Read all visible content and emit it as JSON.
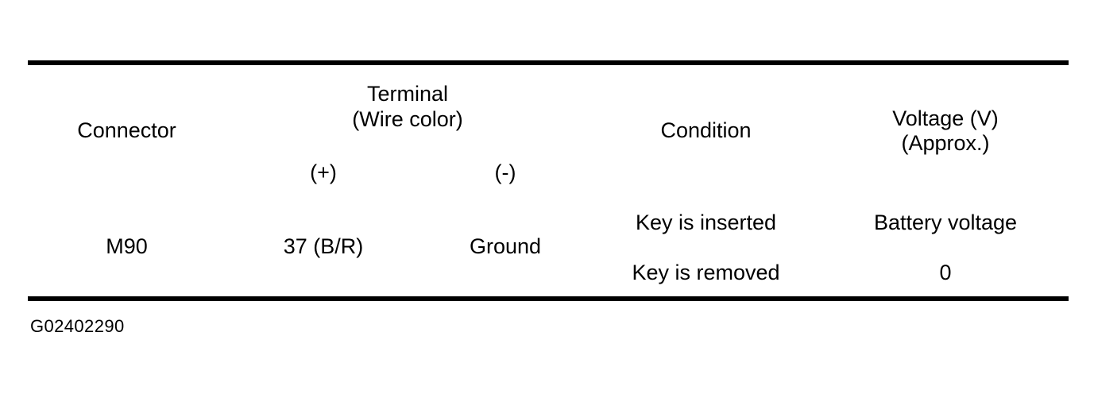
{
  "document": {
    "type": "service-manual-voltage-table",
    "caption": "G02402290"
  },
  "table": {
    "headers": {
      "connector": "Connector",
      "terminal_group": "Terminal\n(Wire color)",
      "terminal_positive": "(+)",
      "terminal_negative": "(-)",
      "condition": "Condition",
      "voltage": "Voltage (V)\n(Approx.)"
    },
    "rows": [
      {
        "connector": "M90",
        "terminal_positive": "37 (B/R)",
        "terminal_negative": "Ground",
        "measurements": [
          {
            "condition": "Key is inserted",
            "voltage": "Battery voltage"
          },
          {
            "condition": "Key is removed",
            "voltage": "0"
          }
        ]
      }
    ]
  },
  "style": {
    "rule_color": "#000000",
    "text_color": "#000000",
    "background": "#ffffff"
  }
}
